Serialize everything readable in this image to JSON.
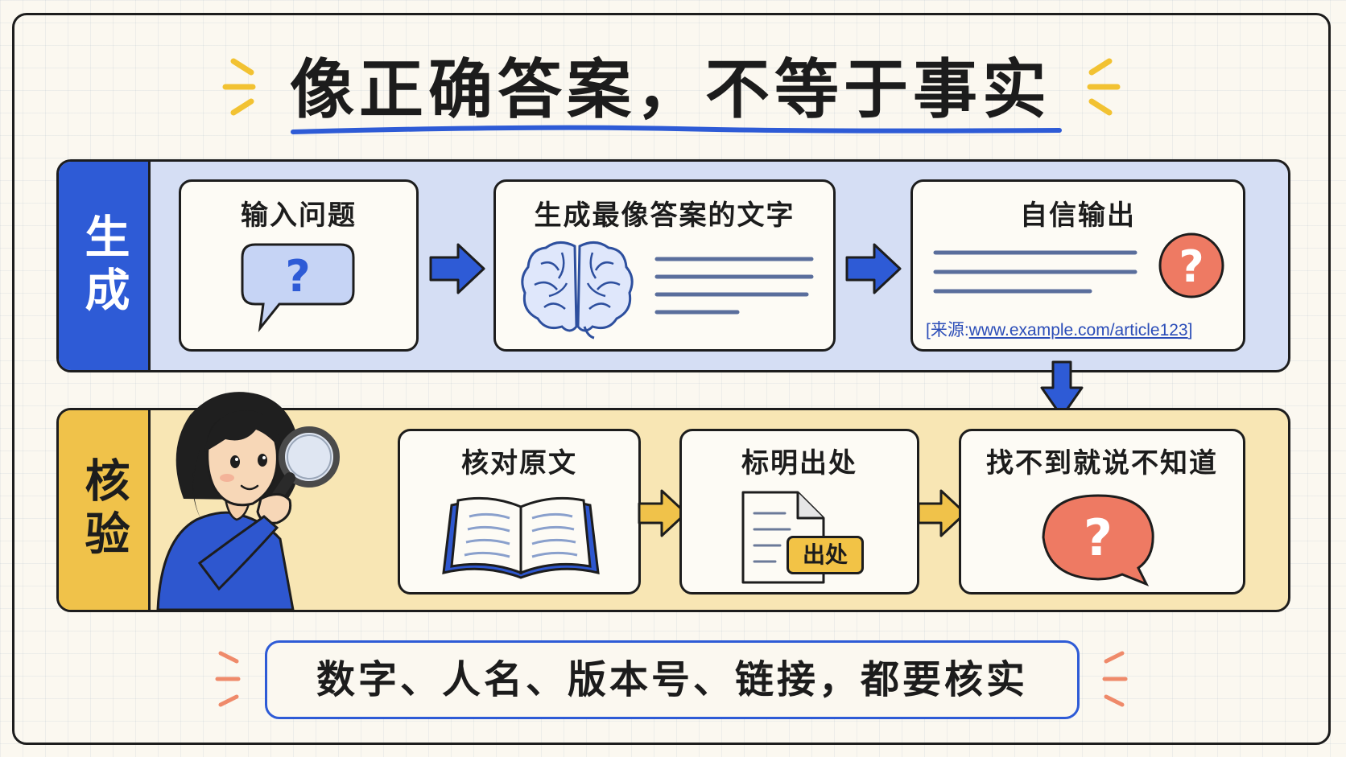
{
  "title": "像正确答案，不等于事实",
  "rows": {
    "generate": {
      "label": "生成",
      "steps": [
        {
          "title": "输入问题",
          "icon": "question-bubble-icon"
        },
        {
          "title": "生成最像答案的文字",
          "icon": "brain-icon"
        },
        {
          "title": "自信输出",
          "icon": "red-question-circle-icon"
        }
      ],
      "source_prefix": "[来源:",
      "source_url": "www.example.com/article123",
      "source_suffix": "]"
    },
    "verify": {
      "label": "核验",
      "steps": [
        {
          "title": "核对原文",
          "icon": "open-book-icon"
        },
        {
          "title": "标明出处",
          "icon": "document-icon",
          "tag": "出处"
        },
        {
          "title": "找不到就说不知道",
          "icon": "red-question-bubble-icon"
        }
      ]
    }
  },
  "note": "数字、人名、版本号、链接，都要核实",
  "colors": {
    "blue_accent": "#2e5bd6",
    "gen_band": "#d5def4",
    "ver_band": "#f8e6b4",
    "yellow_accent": "#f0c24a",
    "red_accent": "#ee7a63"
  }
}
